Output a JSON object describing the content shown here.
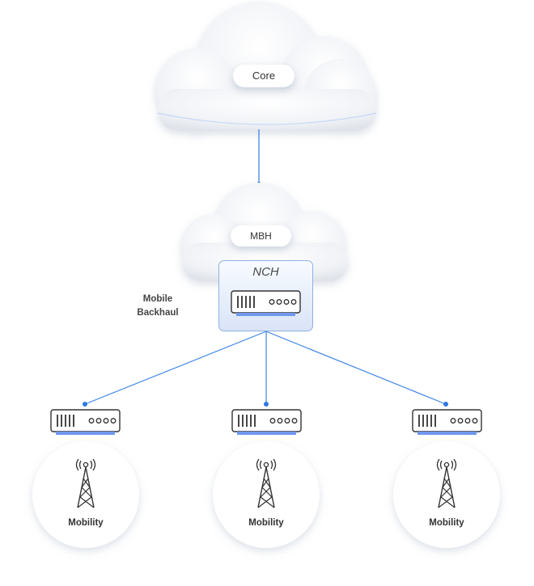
{
  "core": {
    "label": "Core"
  },
  "mbh": {
    "label": "MBH"
  },
  "nch": {
    "label": "NCH"
  },
  "backhaul": {
    "line1": "Mobile",
    "line2": "Backhaul"
  },
  "sites": [
    {
      "label": "Mobility"
    },
    {
      "label": "Mobility"
    },
    {
      "label": "Mobility"
    }
  ],
  "colors": {
    "link": "#3f86e4",
    "accent": "#6f98ee",
    "cloud": "#eef1f5"
  }
}
